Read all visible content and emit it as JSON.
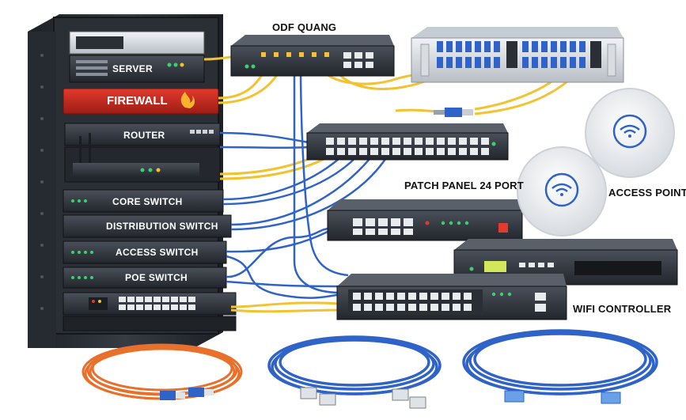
{
  "labels": {
    "odf": "ODF QUANG",
    "patch_panel": "PATCH PANEL 24 PORT",
    "access_point": "ACCESS POINT",
    "wifi_controller": "WIFI CONTROLLER"
  },
  "rack_units": {
    "server": "SERVER",
    "firewall": "FIREWALL",
    "router": "ROUTER",
    "core_switch": "CORE SWITCH",
    "distribution_switch": "DISTRIBUTION SWITCH",
    "access_switch": "ACCESS SWITCH",
    "poe_switch": "POE SWITCH"
  },
  "colors": {
    "rack": "#2b2f36",
    "firewall": "#c0281e",
    "fiber_cable": "#f2c230",
    "ethernet_cable": "#2f63c8",
    "orange_cable": "#e8702a"
  }
}
